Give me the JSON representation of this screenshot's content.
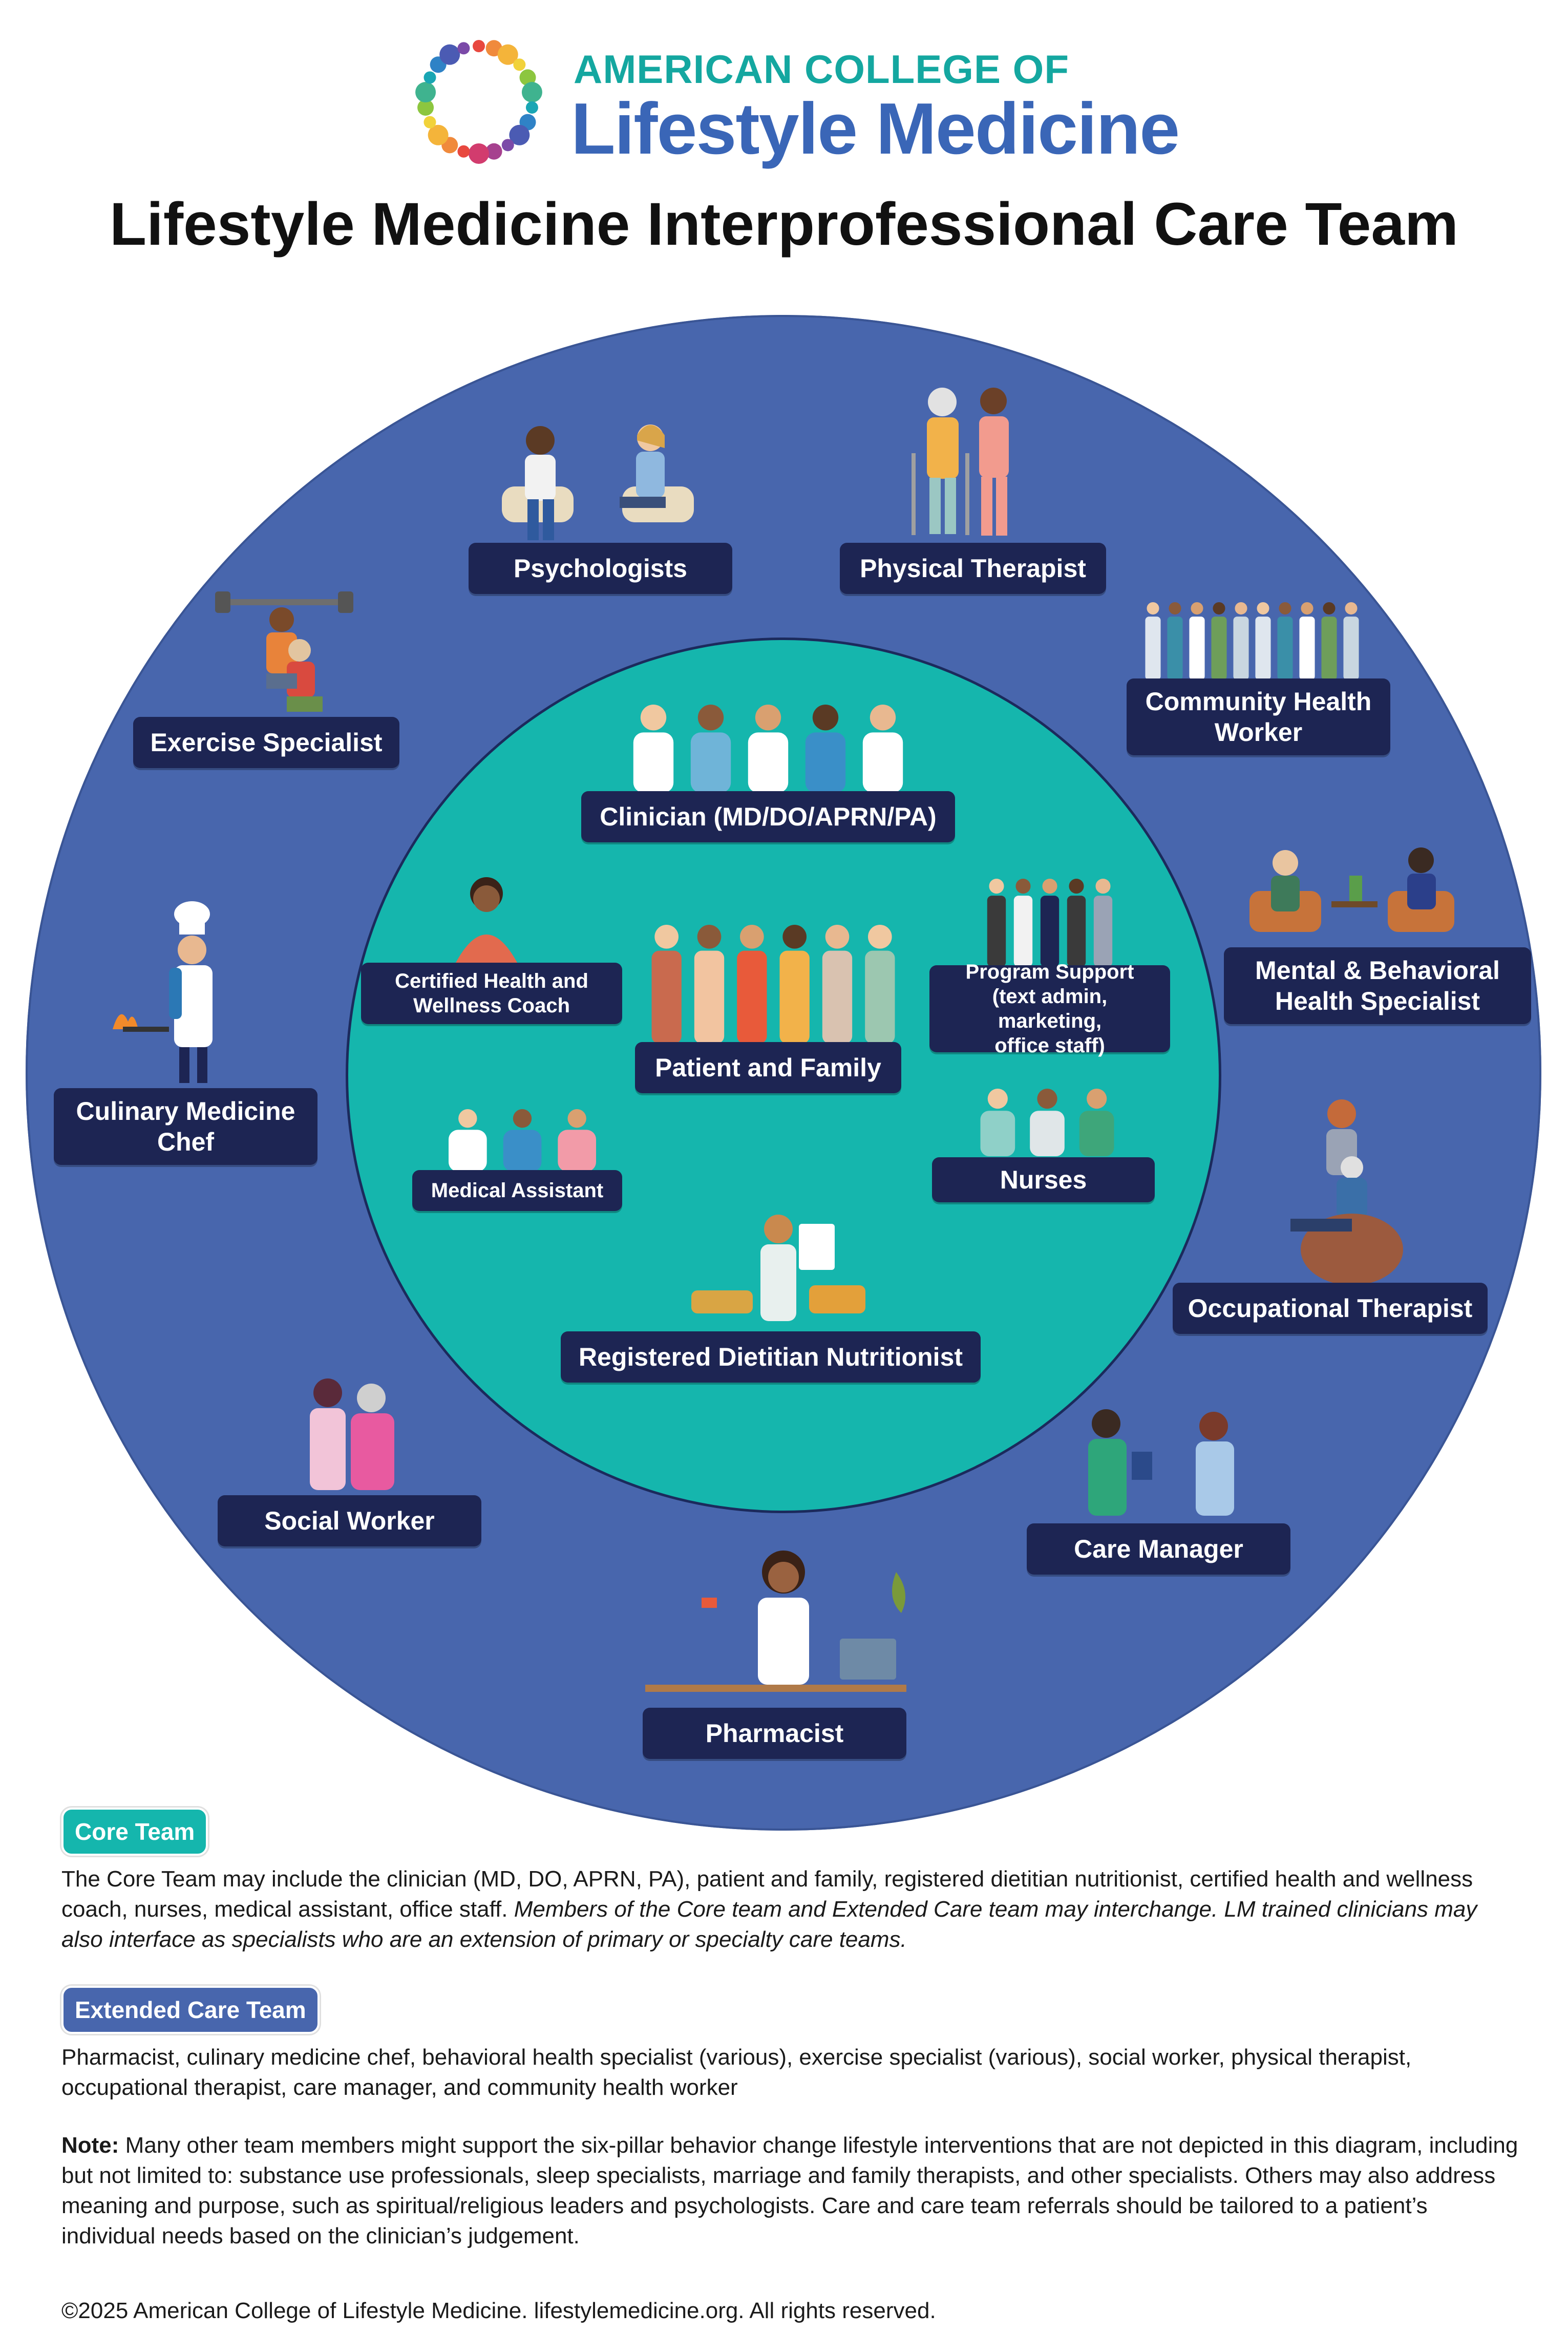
{
  "logo": {
    "line1": "AMERICAN COLLEGE OF",
    "line2": "Lifestyle Medicine",
    "dot_colors": [
      "#e8483f",
      "#f08a3c",
      "#f4b43a",
      "#f1d23a",
      "#8cc63f",
      "#3fb38f",
      "#19a6b4",
      "#2f82c6",
      "#4b5bb3",
      "#7b4aa8",
      "#a6418f",
      "#d23c6e"
    ]
  },
  "title": "Lifestyle Medicine Interprofessional Care Team",
  "colors": {
    "outer_circle": "#4866ad",
    "inner_circle": "#15b6ad",
    "label_bg": "#1d2553",
    "core_team": "#15b6ad",
    "extended_team": "#4866ad"
  },
  "extended_roles": {
    "psychologists": "Psychologists",
    "physical_therapist": "Physical Therapist",
    "exercise_specialist": "Exercise Specialist",
    "community_health_worker": "Community Health\nWorker",
    "mental_behavioral": "Mental & Behavioral\nHealth Specialist",
    "culinary_chef": "Culinary Medicine\nChef",
    "occupational_therapist": "Occupational Therapist",
    "social_worker": "Social Worker",
    "care_manager": "Care Manager",
    "pharmacist": "Pharmacist"
  },
  "core_roles": {
    "clinician": "Clinician (MD/DO/APRN/PA)",
    "health_coach": "Certified Health and\nWellness Coach",
    "program_support": "Program Support\n(text admin, marketing,\noffice staff)",
    "patient_family": "Patient and Family",
    "medical_assistant": "Medical Assistant",
    "nurses": "Nurses",
    "dietitian": "Registered Dietitian Nutritionist"
  },
  "legend": {
    "core_label": "Core Team",
    "core_text": "The Core Team may include the clinician (MD, DO, APRN, PA), patient and family, registered dietitian nutritionist, certified health and wellness coach, nurses, medical assistant, office staff.",
    "core_text_italic": "Members of the Core team and Extended Care team may interchange. LM trained clinicians may also interface as specialists who are an extension of primary or specialty care teams.",
    "extended_label": "Extended Care Team",
    "extended_text": "Pharmacist, culinary medicine chef, behavioral health specialist (various), exercise specialist (various), social worker, physical therapist, occupational therapist, care manager, and community health worker",
    "note_label": "Note:",
    "note_text": "Many other team members might support the six-pillar behavior change lifestyle interventions that are not depicted in this diagram, including but not limited to: substance use professionals, sleep specialists, marriage and family therapists, and other specialists. Others may also address meaning and purpose, such as spiritual/religious leaders and psychologists. Care and care team referrals should be tailored to a patient’s individual needs based on the clinician’s judgement."
  },
  "copyright": "©2025 American College of Lifestyle Medicine. lifestylemedicine.org. All rights reserved."
}
